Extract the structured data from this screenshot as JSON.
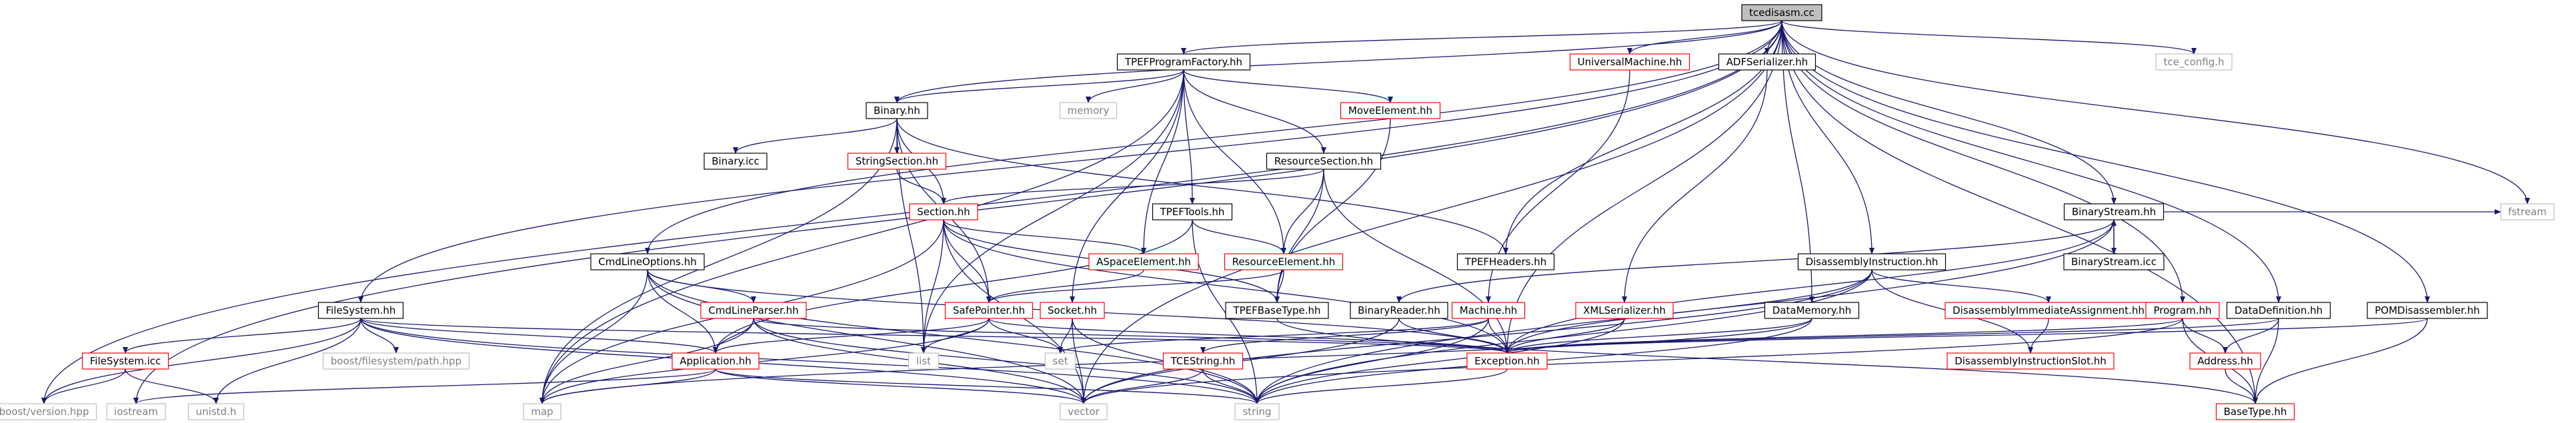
{
  "diagram": {
    "colors": {
      "edge": "#191970",
      "root_fill": "#bfbfbf",
      "border_normal": "#000000",
      "border_link": "#ff0000",
      "border_external": "#bfbfbf",
      "text_link": "#ff0000",
      "text_normal": "#000000",
      "text_external": "#808080"
    },
    "nodes": [
      {
        "id": "tcedisasm",
        "label": "tcedisasm.cc",
        "kind": "root"
      },
      {
        "id": "tpefpf",
        "label": "TPEFProgramFactory.hh",
        "kind": "normal"
      },
      {
        "id": "um",
        "label": "UniversalMachine.hh",
        "kind": "link"
      },
      {
        "id": "adf",
        "label": "ADFSerializer.hh",
        "kind": "normal"
      },
      {
        "id": "tceconfig",
        "label": "tce_config.h",
        "kind": "external"
      },
      {
        "id": "binary",
        "label": "Binary.hh",
        "kind": "normal"
      },
      {
        "id": "memory",
        "label": "memory",
        "kind": "external"
      },
      {
        "id": "moveel",
        "label": "MoveElement.hh",
        "kind": "link"
      },
      {
        "id": "binaryicc",
        "label": "Binary.icc",
        "kind": "normal"
      },
      {
        "id": "stringsec",
        "label": "StringSection.hh",
        "kind": "link"
      },
      {
        "id": "resourcesec",
        "label": "ResourceSection.hh",
        "kind": "normal"
      },
      {
        "id": "section",
        "label": "Section.hh",
        "kind": "link"
      },
      {
        "id": "tpeftools",
        "label": "TPEFTools.hh",
        "kind": "normal"
      },
      {
        "id": "binarystream",
        "label": "BinaryStream.hh",
        "kind": "normal"
      },
      {
        "id": "fstream",
        "label": "fstream",
        "kind": "external"
      },
      {
        "id": "aspace",
        "label": "ASpaceElement.hh",
        "kind": "link"
      },
      {
        "id": "resourceel",
        "label": "ResourceElement.hh",
        "kind": "link"
      },
      {
        "id": "tpefheaders",
        "label": "TPEFHeaders.hh",
        "kind": "normal"
      },
      {
        "id": "binarystreamicc",
        "label": "BinaryStream.icc",
        "kind": "normal"
      },
      {
        "id": "cmdlineopts",
        "label": "CmdLineOptions.hh",
        "kind": "normal"
      },
      {
        "id": "disinstr",
        "label": "DisassemblyInstruction.hh",
        "kind": "normal"
      },
      {
        "id": "filesystem",
        "label": "FileSystem.hh",
        "kind": "normal"
      },
      {
        "id": "cmdlineparser",
        "label": "CmdLineParser.hh",
        "kind": "link"
      },
      {
        "id": "safepointer",
        "label": "SafePointer.hh",
        "kind": "link"
      },
      {
        "id": "socket",
        "label": "Socket.hh",
        "kind": "link"
      },
      {
        "id": "tpefbasetype",
        "label": "TPEFBaseType.hh",
        "kind": "normal"
      },
      {
        "id": "binaryreader",
        "label": "BinaryReader.hh",
        "kind": "normal"
      },
      {
        "id": "machine",
        "label": "Machine.hh",
        "kind": "link"
      },
      {
        "id": "xmlser",
        "label": "XMLSerializer.hh",
        "kind": "link"
      },
      {
        "id": "datamemory",
        "label": "DataMemory.hh",
        "kind": "normal"
      },
      {
        "id": "disimmassign",
        "label": "DisassemblyImmediateAssignment.hh",
        "kind": "link"
      },
      {
        "id": "program",
        "label": "Program.hh",
        "kind": "link"
      },
      {
        "id": "datadef",
        "label": "DataDefinition.hh",
        "kind": "normal"
      },
      {
        "id": "pomdis",
        "label": "POMDisassembler.hh",
        "kind": "normal"
      },
      {
        "id": "filesystemicc",
        "label": "FileSystem.icc",
        "kind": "link"
      },
      {
        "id": "pathhpp",
        "label": "boost/filesystem/path.hpp",
        "kind": "external"
      },
      {
        "id": "application",
        "label": "Application.hh",
        "kind": "link"
      },
      {
        "id": "list",
        "label": "list",
        "kind": "external"
      },
      {
        "id": "set",
        "label": "set",
        "kind": "external"
      },
      {
        "id": "tcestring",
        "label": "TCEString.hh",
        "kind": "link"
      },
      {
        "id": "exception",
        "label": "Exception.hh",
        "kind": "link"
      },
      {
        "id": "disinstrslot",
        "label": "DisassemblyInstructionSlot.hh",
        "kind": "link"
      },
      {
        "id": "address",
        "label": "Address.hh",
        "kind": "link"
      },
      {
        "id": "versionhpp",
        "label": "boost/version.hpp",
        "kind": "external"
      },
      {
        "id": "iostream",
        "label": "iostream",
        "kind": "external"
      },
      {
        "id": "unistd",
        "label": "unistd.h",
        "kind": "external"
      },
      {
        "id": "map",
        "label": "map",
        "kind": "external"
      },
      {
        "id": "vector",
        "label": "vector",
        "kind": "external"
      },
      {
        "id": "string",
        "label": "string",
        "kind": "external"
      },
      {
        "id": "basetype",
        "label": "BaseType.hh",
        "kind": "link"
      }
    ],
    "edges": [
      [
        "tcedisasm",
        "tpefpf"
      ],
      [
        "tcedisasm",
        "um"
      ],
      [
        "tcedisasm",
        "adf"
      ],
      [
        "tcedisasm",
        "tceconfig"
      ],
      [
        "tcedisasm",
        "binary"
      ],
      [
        "tcedisasm",
        "binarystream"
      ],
      [
        "tcedisasm",
        "fstream"
      ],
      [
        "tcedisasm",
        "cmdlineopts"
      ],
      [
        "tcedisasm",
        "disinstr"
      ],
      [
        "tcedisasm",
        "filesystem"
      ],
      [
        "tcedisasm",
        "tpefheaders"
      ],
      [
        "tcedisasm",
        "pomdis"
      ],
      [
        "tcedisasm",
        "datamemory"
      ],
      [
        "tcedisasm",
        "program"
      ],
      [
        "tcedisasm",
        "datadef"
      ],
      [
        "tcedisasm",
        "exception"
      ],
      [
        "tcedisasm",
        "iostream"
      ],
      [
        "tcedisasm",
        "versionhpp"
      ],
      [
        "tcedisasm",
        "vector"
      ],
      [
        "tcedisasm",
        "basetype"
      ],
      [
        "tpefpf",
        "binary"
      ],
      [
        "tpefpf",
        "memory"
      ],
      [
        "tpefpf",
        "moveel"
      ],
      [
        "tpefpf",
        "resourcesec"
      ],
      [
        "tpefpf",
        "tpeftools"
      ],
      [
        "tpefpf",
        "aspace"
      ],
      [
        "tpefpf",
        "resourceel"
      ],
      [
        "tpefpf",
        "socket"
      ],
      [
        "tpefpf",
        "list"
      ],
      [
        "tpefpf",
        "map"
      ],
      [
        "um",
        "machine"
      ],
      [
        "adf",
        "xmlser"
      ],
      [
        "binary",
        "binaryicc"
      ],
      [
        "binary",
        "stringsec"
      ],
      [
        "binary",
        "section"
      ],
      [
        "binary",
        "tpefheaders"
      ],
      [
        "binary",
        "safepointer"
      ],
      [
        "binary",
        "list"
      ],
      [
        "binary",
        "map"
      ],
      [
        "stringsec",
        "section"
      ],
      [
        "moveel",
        "tpefbasetype"
      ],
      [
        "resourcesec",
        "section"
      ],
      [
        "resourcesec",
        "resourceel"
      ],
      [
        "resourcesec",
        "tpefbasetype"
      ],
      [
        "resourcesec",
        "exception"
      ],
      [
        "section",
        "aspace"
      ],
      [
        "section",
        "tpefbasetype"
      ],
      [
        "section",
        "safepointer"
      ],
      [
        "section",
        "exception"
      ],
      [
        "section",
        "list"
      ],
      [
        "section",
        "map"
      ],
      [
        "section",
        "vector"
      ],
      [
        "tpeftools",
        "resourceel"
      ],
      [
        "tpeftools",
        "application"
      ],
      [
        "tpeftools",
        "string"
      ],
      [
        "aspace",
        "safepointer"
      ],
      [
        "resourceel",
        "safepointer"
      ],
      [
        "resourceel",
        "tpefbasetype"
      ],
      [
        "binarystream",
        "binarystreamicc"
      ],
      [
        "binarystreamicc",
        "binarystream"
      ],
      [
        "binarystream",
        "fstream"
      ],
      [
        "binarystream",
        "exception"
      ],
      [
        "binarystream",
        "binaryreader"
      ],
      [
        "binarystream",
        "string"
      ],
      [
        "cmdlineopts",
        "cmdlineparser"
      ],
      [
        "cmdlineopts",
        "application"
      ],
      [
        "cmdlineopts",
        "exception"
      ],
      [
        "cmdlineopts",
        "map"
      ],
      [
        "cmdlineopts",
        "vector"
      ],
      [
        "cmdlineopts",
        "string"
      ],
      [
        "cmdlineparser",
        "application"
      ],
      [
        "cmdlineparser",
        "exception"
      ],
      [
        "cmdlineparser",
        "map"
      ],
      [
        "cmdlineparser",
        "string"
      ],
      [
        "cmdlineparser",
        "vector"
      ],
      [
        "safepointer",
        "application"
      ],
      [
        "safepointer",
        "set"
      ],
      [
        "safepointer",
        "list"
      ],
      [
        "safepointer",
        "exception"
      ],
      [
        "safepointer",
        "map"
      ],
      [
        "socket",
        "set"
      ],
      [
        "socket",
        "vector"
      ],
      [
        "socket",
        "string"
      ],
      [
        "tpefbasetype",
        "basetype"
      ],
      [
        "binaryreader",
        "exception"
      ],
      [
        "binaryreader",
        "vector"
      ],
      [
        "machine",
        "tcestring"
      ],
      [
        "machine",
        "exception"
      ],
      [
        "machine",
        "set"
      ],
      [
        "machine",
        "string"
      ],
      [
        "xmlser",
        "exception"
      ],
      [
        "xmlser",
        "string"
      ],
      [
        "datamemory",
        "exception"
      ],
      [
        "datamemory",
        "string"
      ],
      [
        "datamemory",
        "map"
      ],
      [
        "disinstr",
        "disimmassign"
      ],
      [
        "disinstr",
        "disinstrslot"
      ],
      [
        "disinstr",
        "exception"
      ],
      [
        "disinstr",
        "vector"
      ],
      [
        "disinstr",
        "string"
      ],
      [
        "disimmassign",
        "disinstrslot"
      ],
      [
        "program",
        "exception"
      ],
      [
        "program",
        "address"
      ],
      [
        "program",
        "basetype"
      ],
      [
        "program",
        "vector"
      ],
      [
        "datadef",
        "address"
      ],
      [
        "datadef",
        "basetype"
      ],
      [
        "datadef",
        "exception"
      ],
      [
        "pomdis",
        "exception"
      ],
      [
        "pomdis",
        "basetype"
      ],
      [
        "filesystem",
        "filesystemicc"
      ],
      [
        "filesystem",
        "pathhpp"
      ],
      [
        "filesystem",
        "application"
      ],
      [
        "filesystem",
        "exception"
      ],
      [
        "filesystem",
        "unistd"
      ],
      [
        "filesystem",
        "vector"
      ],
      [
        "filesystem",
        "string"
      ],
      [
        "filesystem",
        "versionhpp"
      ],
      [
        "filesystemicc",
        "unistd"
      ],
      [
        "filesystemicc",
        "versionhpp"
      ],
      [
        "application",
        "iostream"
      ],
      [
        "application",
        "map"
      ],
      [
        "application",
        "vector"
      ],
      [
        "application",
        "string"
      ],
      [
        "tcestring",
        "string"
      ],
      [
        "tcestring",
        "vector"
      ],
      [
        "exception",
        "string"
      ],
      [
        "address",
        "basetype"
      ]
    ]
  }
}
